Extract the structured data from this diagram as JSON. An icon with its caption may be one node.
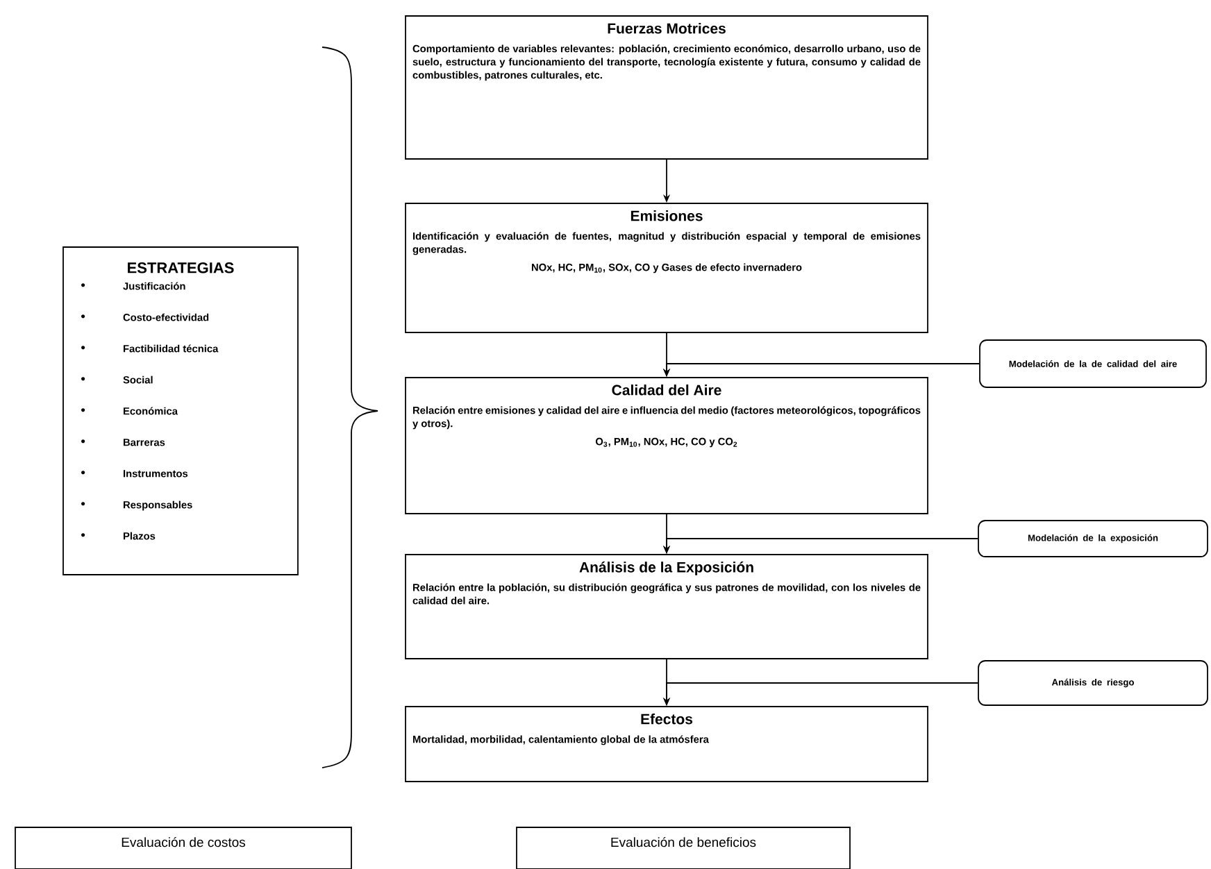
{
  "diagram": {
    "nodes": [
      {
        "text": [
          "Fuerzas Motrices",
          "Comportamiento de variables relevantes: población, crecimiento económico, desarrollo urbano, uso de suelo, estructura y funcionamiento del transporte, tecnología existente y futura, consumo y calidad de combustibles, patrones culturales, etc."
        ]
      },
      {
        "text": [
          "Emisiones",
          "Identificación y evaluación de fuentes, magnitud y distribución espacial y temporal de emisiones generadas.",
          "NOx, HC, PM$_{10}$, SOx, CO y Gases de efecto invernadero"
        ]
      },
      {
        "text": [
          "Calidad del Aire",
          "Relación entre emisiones y calidad del aire e influencia del medio (factores meteorológicos, topográficos y otros).",
          "O$_{3}$, PM$_{10}$, NOx, HC, CO y CO$_{2}$"
        ]
      },
      {
        "text": [
          "Análisis de la Exposición",
          "Relación entre la población, su distribución geográfica y sus patrones de movilidad, con los niveles de calidad del aire."
        ]
      },
      {
        "text": [
          "Efectos",
          "Mortalidad, morbilidad, calentamiento global de la atmósfera"
        ]
      },
      {
        "text": [
          "ESTRATEGIAS",
          "Justificación",
          "Costo-efectividad",
          "Factibilidad técnica",
          "Social",
          "Económica",
          "Barreras",
          "Instrumentos",
          "Responsables",
          "Plazos"
        ]
      },
      {
        "text": [
          "Modelación de la de calidad del aire"
        ]
      },
      {
        "text": [
          "Modelación de la exposición"
        ]
      },
      {
        "text": [
          "Análisis de riesgo"
        ]
      },
      {
        "text": [
          "Evaluación de costos"
        ]
      },
      {
        "text": [
          "Evaluación de beneficios"
        ]
      }
    ],
    "edges": [
      {
        "from": 0,
        "to": 1,
        "arrow": "to"
      },
      {
        "from": 1,
        "to": 2,
        "arrow": "to"
      },
      {
        "from": 2,
        "to": 3,
        "arrow": "to"
      },
      {
        "from": 3,
        "to": 4,
        "arrow": "to"
      },
      {
        "from": 6,
        "to": 2,
        "arrow": "to"
      },
      {
        "from": 7,
        "to": 3,
        "arrow": "to"
      },
      {
        "from": 8,
        "to": 4,
        "arrow": "to"
      }
    ]
  }
}
